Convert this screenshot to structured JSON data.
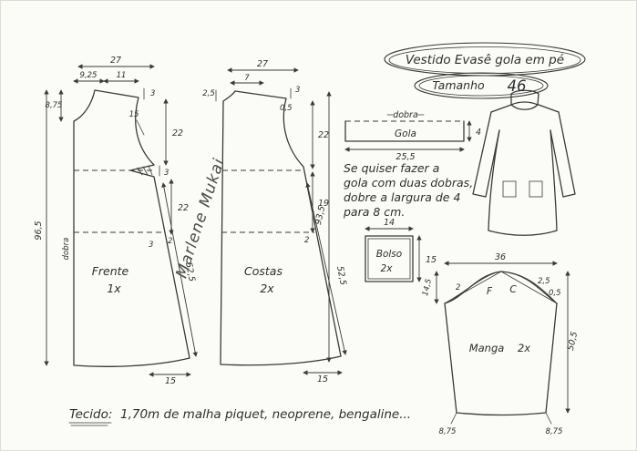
{
  "title": {
    "name": "Vestido Evasê  gola em pé",
    "size_label": "Tamanho",
    "size_value": "46"
  },
  "frente": {
    "label": "Frente",
    "qty": "1x",
    "fold": "dobra",
    "meas": {
      "top_width": "27",
      "shoulder_a": "9,25",
      "shoulder_b": "11",
      "shoulder_drop": "3",
      "neck_depth": "8,75",
      "armhole": "15",
      "side_upper": "22",
      "bust_dart": "3",
      "side_lower": "22",
      "flare_in": "2",
      "hip_dart": "3",
      "length": "96,5",
      "side_seam": "52,5",
      "hem_extra": "15"
    }
  },
  "costas": {
    "label": "Costas",
    "qty": "2x",
    "meas": {
      "top_width": "27",
      "neck_rise": "2,5",
      "shoulder": "7",
      "shoulder_drop": "3",
      "neck_curve": "0,5",
      "side_upper": "22",
      "side_lower": "19",
      "flare_in": "2",
      "length": "93,5",
      "side_seam": "52,5",
      "hem_extra": "15"
    }
  },
  "gola": {
    "label": "Gola",
    "fold": "dobra",
    "width": "25,5",
    "height": "4"
  },
  "nota": {
    "line1": "Se quiser fazer a",
    "line2": "gola com duas dobras,",
    "line3": "dobre a largura de 4",
    "line4": "para 8 cm."
  },
  "bolso": {
    "label": "Bolso",
    "qty": "2x",
    "width": "14",
    "height": "15"
  },
  "manga": {
    "label": "Manga",
    "qty": "2x",
    "meas": {
      "top_width": "36",
      "cap_left": "2",
      "cap_right": "2,5",
      "cap_right_small": "0,5",
      "cap_height": "14,5",
      "front_mark": "F",
      "back_mark": "C",
      "side_length": "50,5",
      "hem_left": "8,75",
      "hem_right": "8,75"
    }
  },
  "tecido": {
    "label": "Tecido:",
    "text": "1,70m de malha piquet, neoprene, bengaline..."
  },
  "signature": "Marlene Mukai"
}
